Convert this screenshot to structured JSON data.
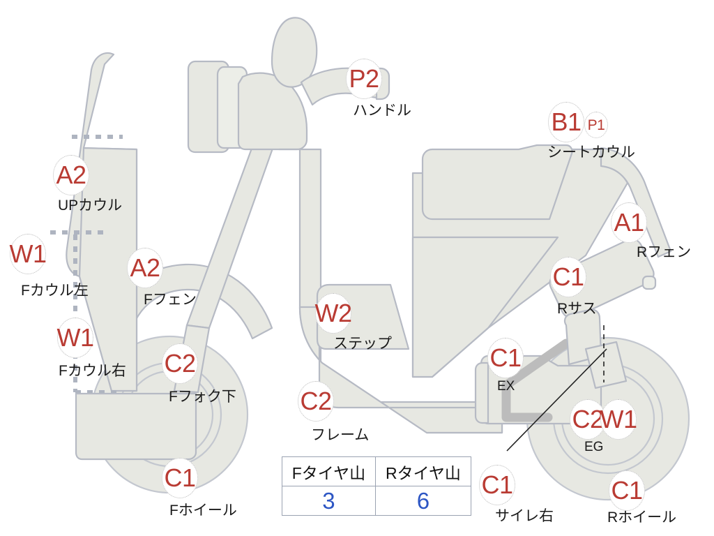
{
  "diagram": {
    "title": "",
    "colors": {
      "code_text": "#b93b33",
      "bubble_border": "#b9b9b9",
      "body_fill": "#e7e8e2",
      "body_stroke": "#b6bac4",
      "label_text": "#1a1a1a",
      "table_border": "#9aa2b1",
      "table_value": "#2d56c4",
      "background": "#ffffff"
    }
  },
  "annotations": [
    {
      "code": "A2",
      "part": "UPカウル",
      "size": "big"
    },
    {
      "code": "W1",
      "part": "Fカウル左",
      "size": "big"
    },
    {
      "code": "W1",
      "part": "Fカウル右",
      "size": "big"
    },
    {
      "code": "A2",
      "part": "Fフェン",
      "size": "big"
    },
    {
      "code": "C2",
      "part": "Fフォク下",
      "size": "big"
    },
    {
      "code": "C1",
      "part": "Fホイール",
      "size": "big"
    },
    {
      "code": "P2",
      "part": "ハンドル",
      "size": "big"
    },
    {
      "code": "B1",
      "part": "シートカウル",
      "size": "big"
    },
    {
      "code": "P1",
      "part": "",
      "size": "small"
    },
    {
      "code": "A1",
      "part": "Rフェン",
      "size": "big"
    },
    {
      "code": "C1",
      "part": "Rサス",
      "size": "big"
    },
    {
      "code": "W2",
      "part": "ステップ",
      "size": "big"
    },
    {
      "code": "C2",
      "part": "フレーム",
      "size": "big"
    },
    {
      "code": "C1",
      "part": "EX",
      "size": "big"
    },
    {
      "code": "C2",
      "part": "EG",
      "size": "big"
    },
    {
      "code": "W1",
      "part": "",
      "size": "big"
    },
    {
      "code": "C1",
      "part": "サイレ右",
      "size": "big"
    },
    {
      "code": "C1",
      "part": "Rホイール",
      "size": "big"
    }
  ],
  "codes": {
    "up_cowl": "A2",
    "f_cowl_left": "W1",
    "f_cowl_right": "W1",
    "f_fender": "A2",
    "f_fork_lower": "C2",
    "f_wheel": "C1",
    "handle": "P2",
    "seat_cowl": "B1",
    "seat_cowl_sub": "P1",
    "r_fender": "A1",
    "r_suspension": "C1",
    "step": "W2",
    "frame": "C2",
    "exhaust": "C1",
    "engine": "C2",
    "engine_sub": "W1",
    "silencer_right": "C1",
    "r_wheel": "C1"
  },
  "labels": {
    "up_cowl": "UPカウル",
    "f_cowl_left": "Fカウル左",
    "f_cowl_right": "Fカウル右",
    "f_fender": "Fフェン",
    "f_fork_lower": "Fフォク下",
    "f_wheel": "Fホイール",
    "handle": "ハンドル",
    "seat_cowl": "シートカウル",
    "r_fender": "Rフェン",
    "r_suspension": "Rサス",
    "step": "ステップ",
    "frame": "フレーム",
    "exhaust": "EX",
    "engine": "EG",
    "silencer_right": "サイレ右",
    "r_wheel": "Rホイール"
  },
  "tire_table": {
    "headers": [
      "Fタイヤ山",
      "Rタイヤ山"
    ],
    "values": [
      "3",
      "6"
    ]
  }
}
